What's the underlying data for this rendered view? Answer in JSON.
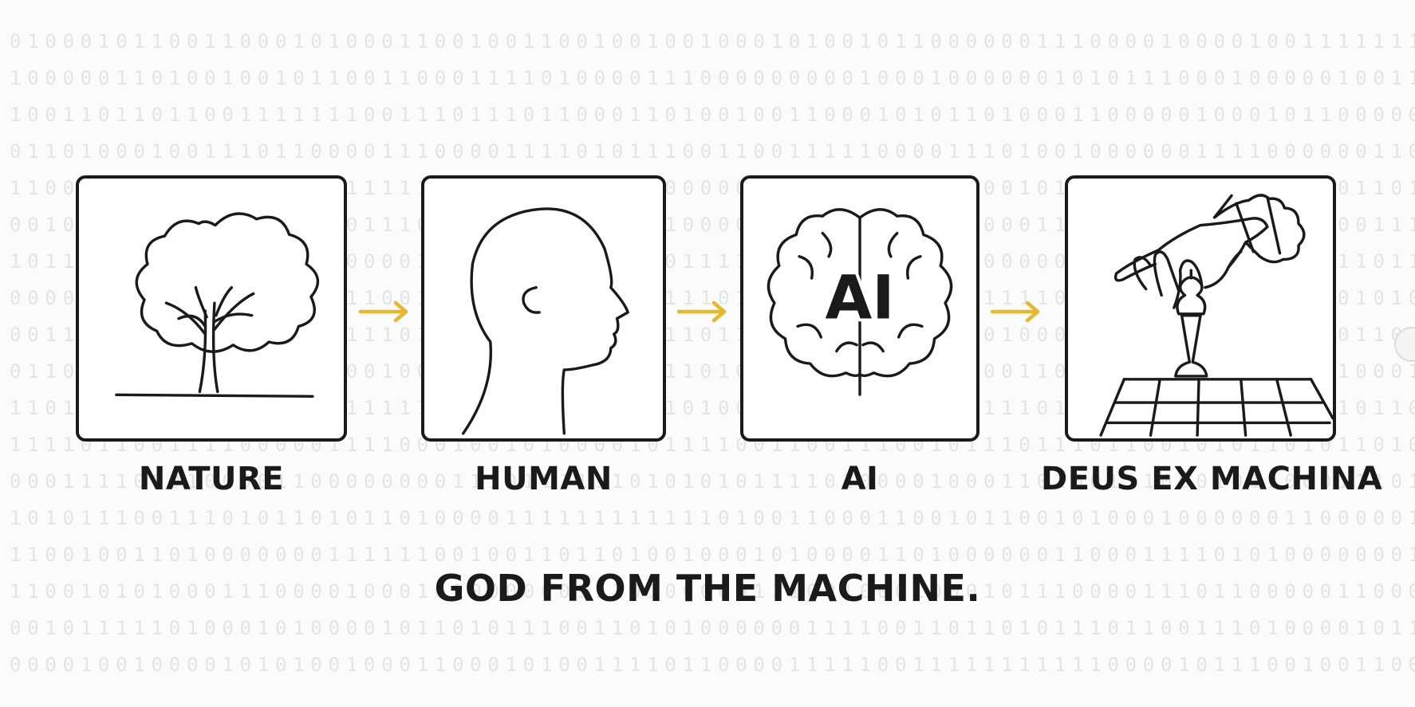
{
  "steps": [
    {
      "label": "NATURE",
      "icon": "tree-icon"
    },
    {
      "label": "HUMAN",
      "icon": "human-head-icon"
    },
    {
      "label": "AI",
      "icon": "brain-icon",
      "icon_text": "AI"
    },
    {
      "label": "DEUS EX MACHINA",
      "icon": "hand-chess-piece-icon"
    }
  ],
  "tagline": "GOD FROM THE MACHINE.",
  "colors": {
    "arrow": "#e8b829",
    "ink": "#1a1a1a",
    "background": "#fbfbfb",
    "binary_digits": "#e4e4e4"
  },
  "background_pattern": "binary-digits"
}
